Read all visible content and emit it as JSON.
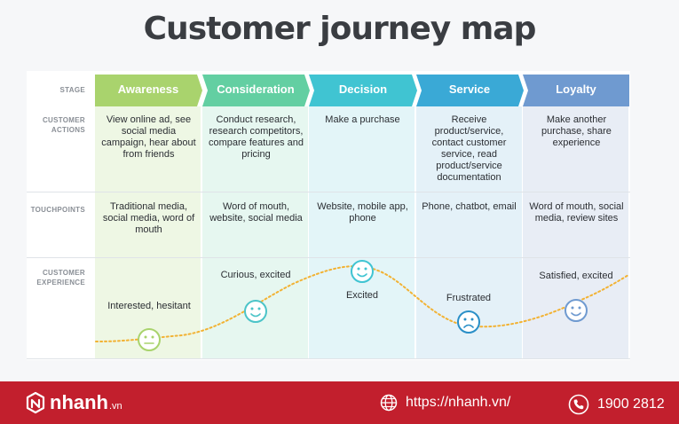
{
  "title": "Customer journey map",
  "rows": {
    "stage": "STAGE",
    "actions": "CUSTOMER ACTIONS",
    "touchpoints": "TOUCHPOINTS",
    "experience": "CUSTOMER EXPERIENCE"
  },
  "stages": [
    {
      "name": "Awareness",
      "color": "#a9d36d",
      "bg": "#eef7e4",
      "actions": "View online ad, see social media campaign, hear about from friends",
      "touchpoints": "Traditional media, social media, word of mouth",
      "emotion": "Interested, hesitant",
      "face": "neutral"
    },
    {
      "name": "Consideration",
      "color": "#63cfa2",
      "bg": "#e6f7f0",
      "actions": "Conduct research, research competitors, compare features and pricing",
      "touchpoints": "Word of mouth, website, social media",
      "emotion": "Curious, excited",
      "face": "smile"
    },
    {
      "name": "Decision",
      "color": "#40c4d2",
      "bg": "#e3f5f8",
      "actions": "Make a purchase",
      "touchpoints": "Website, mobile app, phone",
      "emotion": "Excited",
      "face": "smile"
    },
    {
      "name": "Service",
      "color": "#3aa9d6",
      "bg": "#e4f1f8",
      "actions": "Receive product/service, contact customer service, read product/service documentation",
      "touchpoints": "Phone, chatbot, email",
      "emotion": "Frustrated",
      "face": "sad"
    },
    {
      "name": "Loyalty",
      "color": "#6f9ad0",
      "bg": "#e8edf5",
      "actions": "Make another purchase, share experience",
      "touchpoints": "Word of mouth, social media, review sites",
      "emotion": "Satisfied, excited",
      "face": "smile"
    }
  ],
  "colors": {
    "face_green": "#a9d36d",
    "face_teal": "#4cc4c8",
    "face_blue": "#2a8fc7",
    "curve": "#f2b233",
    "footer": "#c21f2d"
  },
  "footer": {
    "brand": "nhanh",
    "brand_tld": ".vn",
    "website": "https://nhanh.vn/",
    "phone": "1900 2812"
  }
}
